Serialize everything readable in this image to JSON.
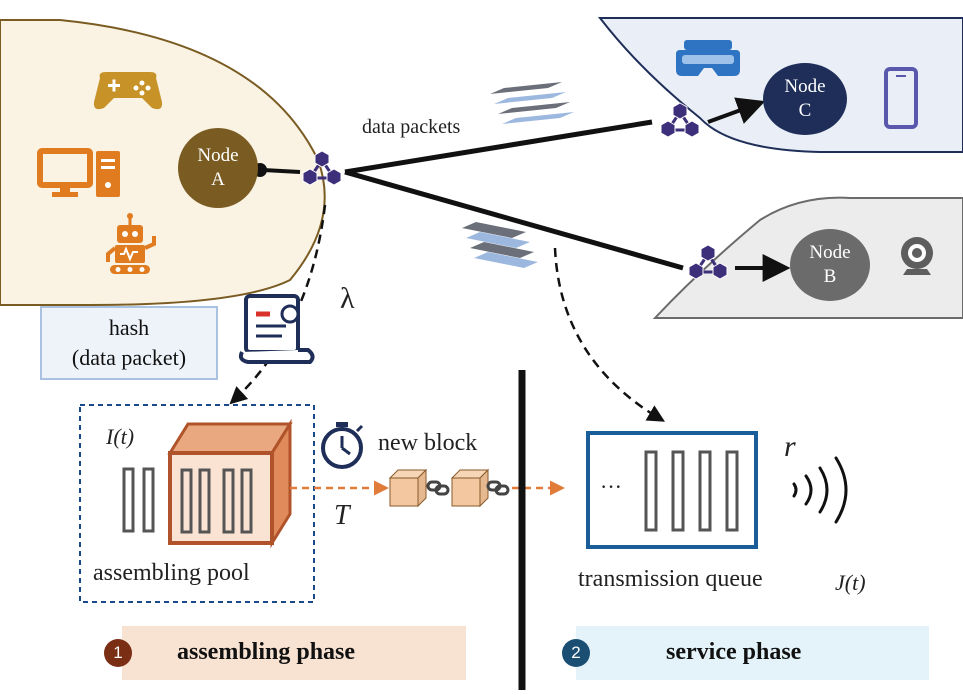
{
  "nodes": {
    "a": {
      "line1": "Node",
      "line2": "A"
    },
    "b": {
      "line1": "Node",
      "line2": "B"
    },
    "c": {
      "line1": "Node",
      "line2": "C"
    }
  },
  "labels": {
    "data_packets": "data packets",
    "lambda": "λ",
    "hash_line1": "hash",
    "hash_line2": "(data packet)",
    "i_t": "I(t)",
    "new_block": "new block",
    "t_period": "T",
    "assembling_pool": "assembling pool",
    "r": "r",
    "transmission_queue": "transmission queue",
    "j_t": "J(t)",
    "ellipsis": "···"
  },
  "phases": [
    {
      "number": "1",
      "label": "assembling phase"
    },
    {
      "number": "2",
      "label": "service phase"
    }
  ],
  "colors": {
    "node_a": "#7a5c22",
    "node_b": "#6b6b6b",
    "node_c": "#1e2e58",
    "blockchain": "#3d2f7a",
    "pool_box": "#1a4a8a",
    "queue_box": "#1a5e99",
    "orange_arrow": "#e07b39",
    "phase1_bg": "#f8e2d2",
    "phase2_bg": "#e4f3f9",
    "phase1_num": "#7a2e14",
    "phase2_num": "#1a4f73"
  },
  "icons": [
    "gamepad-icon",
    "desktop-computer-icon",
    "robot-icon",
    "vr-headset-icon",
    "smartphone-icon",
    "webcam-icon",
    "certificate-icon",
    "stopwatch-icon",
    "signal-waves-icon"
  ]
}
